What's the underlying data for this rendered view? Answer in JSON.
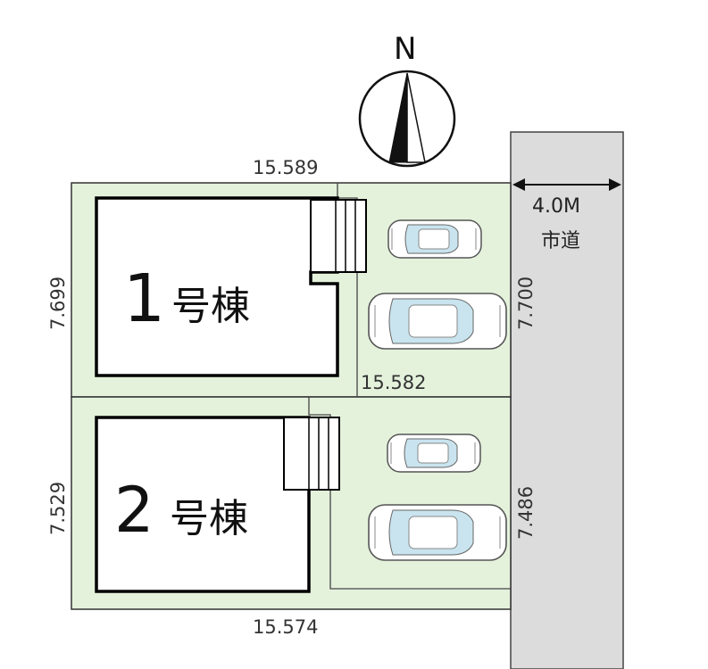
{
  "colors": {
    "lot_fill": "#e4f2dc",
    "road_fill": "#dcdcdc",
    "outline": "#333333",
    "house_outline": "#000000",
    "car_window": "#c9e4ef"
  },
  "compass": {
    "label": "N",
    "icon": "north-arrow-icon"
  },
  "road": {
    "width_label": "4.0M",
    "name": "市道"
  },
  "dimensions": {
    "top_width": "15.589",
    "middle_width": "15.582",
    "bottom_width": "15.574",
    "lot1_left_depth": "7.699",
    "lot1_right_depth": "7.700",
    "lot2_left_depth": "7.529",
    "lot2_right_depth": "7.486"
  },
  "buildings": [
    {
      "number": "1",
      "label": "号棟",
      "parking_spaces": 2
    },
    {
      "number": "2",
      "label": "号棟",
      "parking_spaces": 2
    }
  ]
}
